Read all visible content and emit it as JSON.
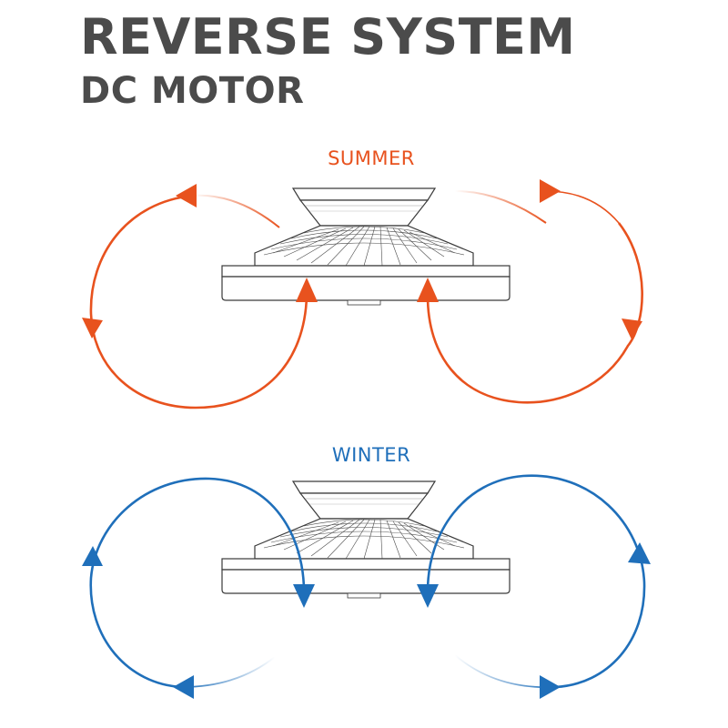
{
  "header": {
    "title": "REVERSE SYSTEM",
    "subtitle": "DC MOTOR"
  },
  "seasons": [
    {
      "label": "SUMMER",
      "color": "#e8521e",
      "airflow": "upward-center"
    },
    {
      "label": "WINTER",
      "color": "#1f6fba",
      "airflow": "downward-center"
    }
  ],
  "colors": {
    "title": "#4b4b4b",
    "fan_outline": "#3a3a3a"
  },
  "icons": [
    "ceiling-fan-icon",
    "arrow-icon"
  ]
}
